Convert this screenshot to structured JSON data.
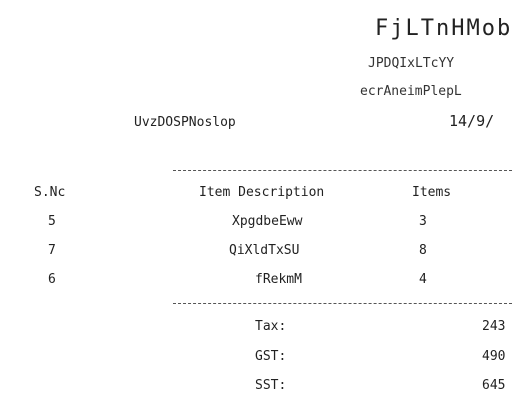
{
  "header": {
    "title": "FjLTnHMob(",
    "line1": "JPDQIxLTcYY",
    "line2": "ecrAneimPlepL",
    "customer": "UvzDOSPNoslop",
    "date": "14/9/"
  },
  "table": {
    "columns": [
      "S.Nc",
      "Item Description",
      "Items"
    ],
    "rows": [
      {
        "sn": "5",
        "description": "XpgdbeEww",
        "items": "3"
      },
      {
        "sn": "7",
        "description": "QiXldTxSU",
        "items": "8"
      },
      {
        "sn": "6",
        "description": "fRekmM",
        "items": "4"
      }
    ]
  },
  "totals": [
    {
      "label": "Tax:",
      "value": "243"
    },
    {
      "label": "GST:",
      "value": "490"
    },
    {
      "label": "SST:",
      "value": "645"
    }
  ]
}
